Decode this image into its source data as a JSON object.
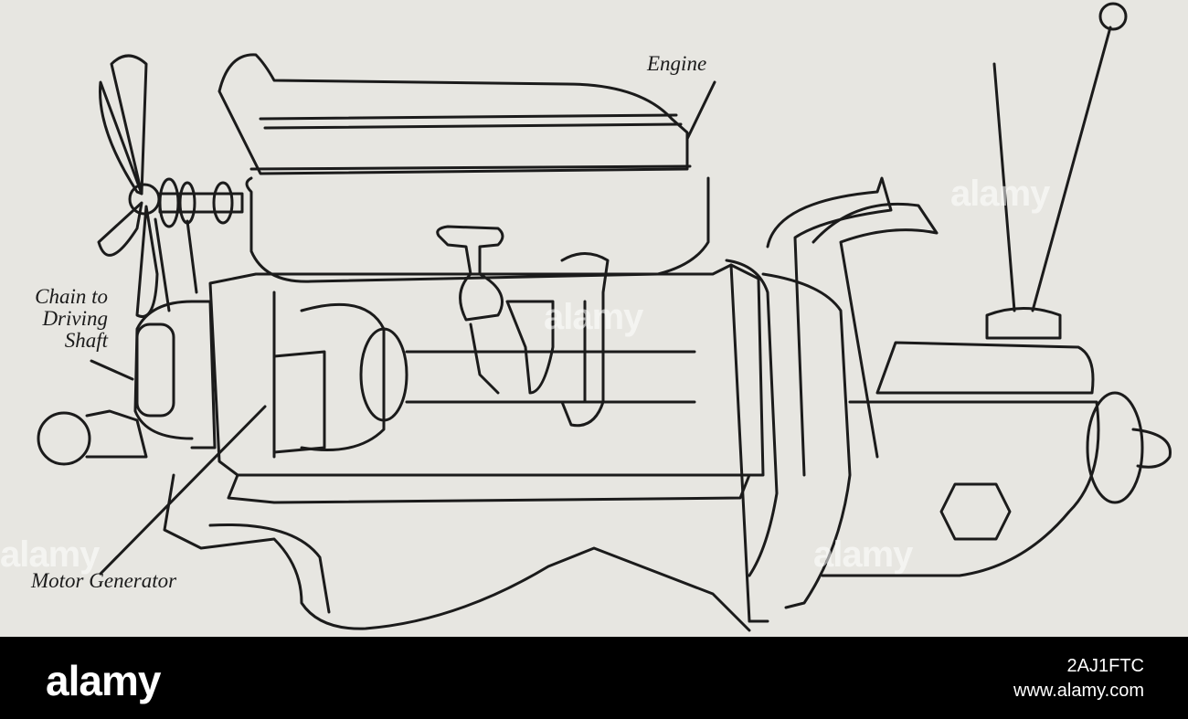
{
  "figure": {
    "labels": {
      "engine": "Engine",
      "chain_line1": "Chain to",
      "chain_line2": "Driving",
      "chain_line3": "Shaft",
      "motor_generator": "Motor Generator"
    },
    "watermark_text": "alamy"
  },
  "footer": {
    "brand": "alamy",
    "image_id": "2AJ1FTC",
    "site": "www.alamy.com"
  },
  "colors": {
    "paper": "#e7e6e1",
    "ink": "#1b1b1b",
    "footer_bg": "#000000",
    "footer_text": "#ffffff"
  }
}
